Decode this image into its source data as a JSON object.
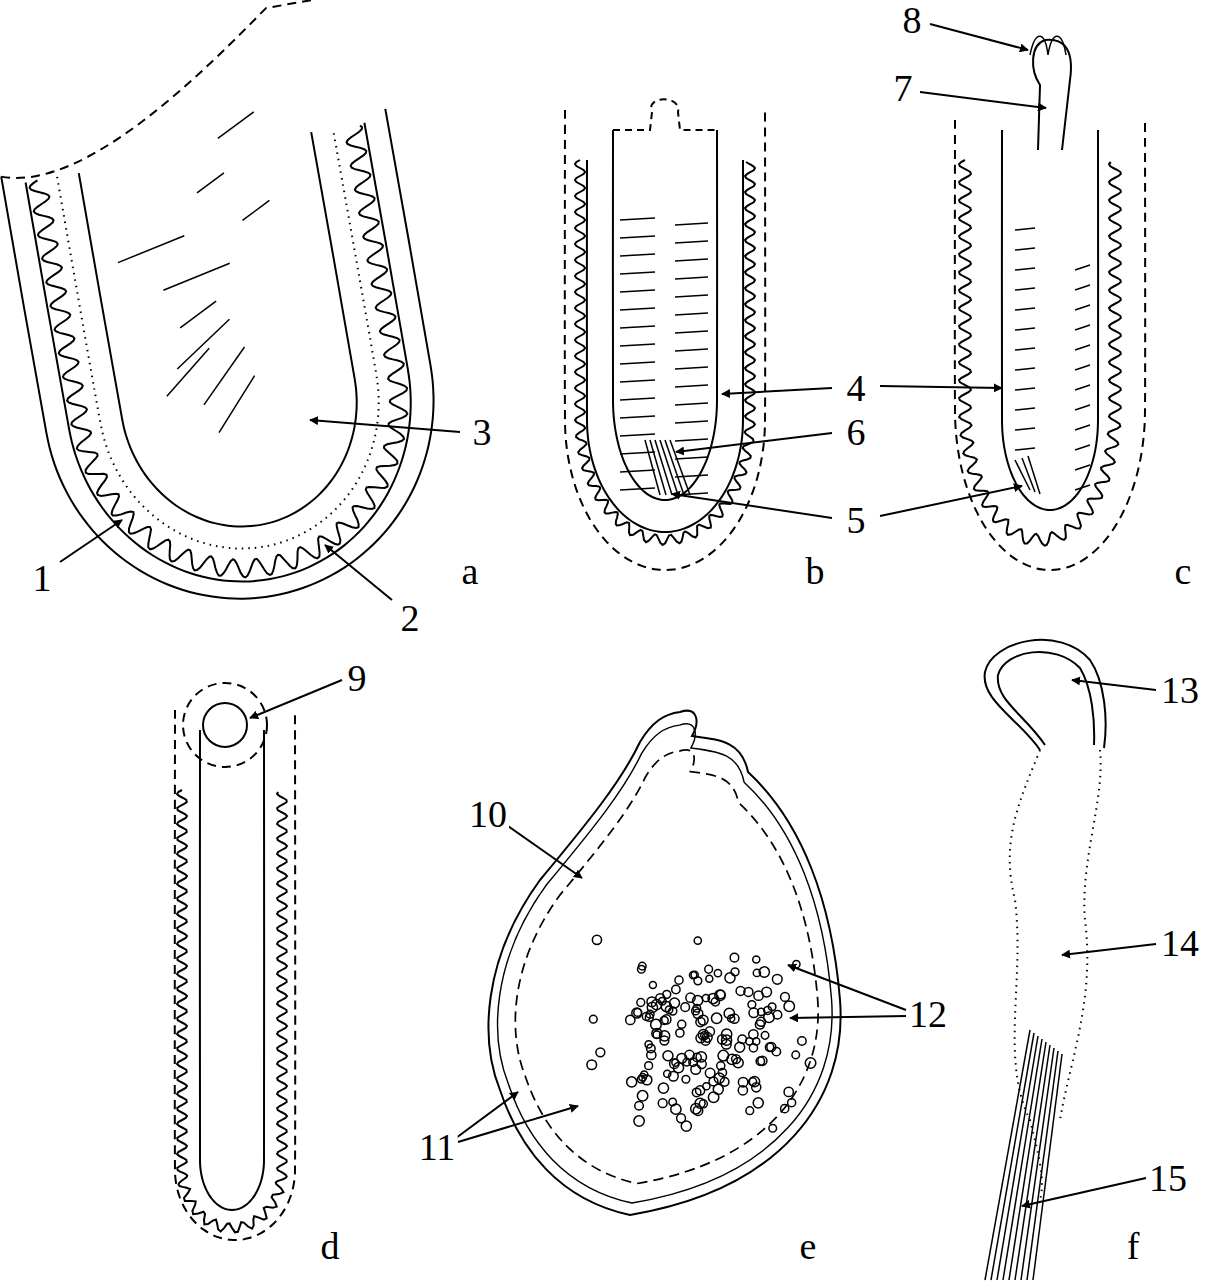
{
  "diagram": {
    "labels": [
      "1",
      "2",
      "3",
      "4",
      "5",
      "6",
      "7",
      "8",
      "9",
      "10",
      "11",
      "12",
      "13",
      "14",
      "15",
      "a",
      "b",
      "c",
      "d",
      "e",
      "f"
    ]
  }
}
